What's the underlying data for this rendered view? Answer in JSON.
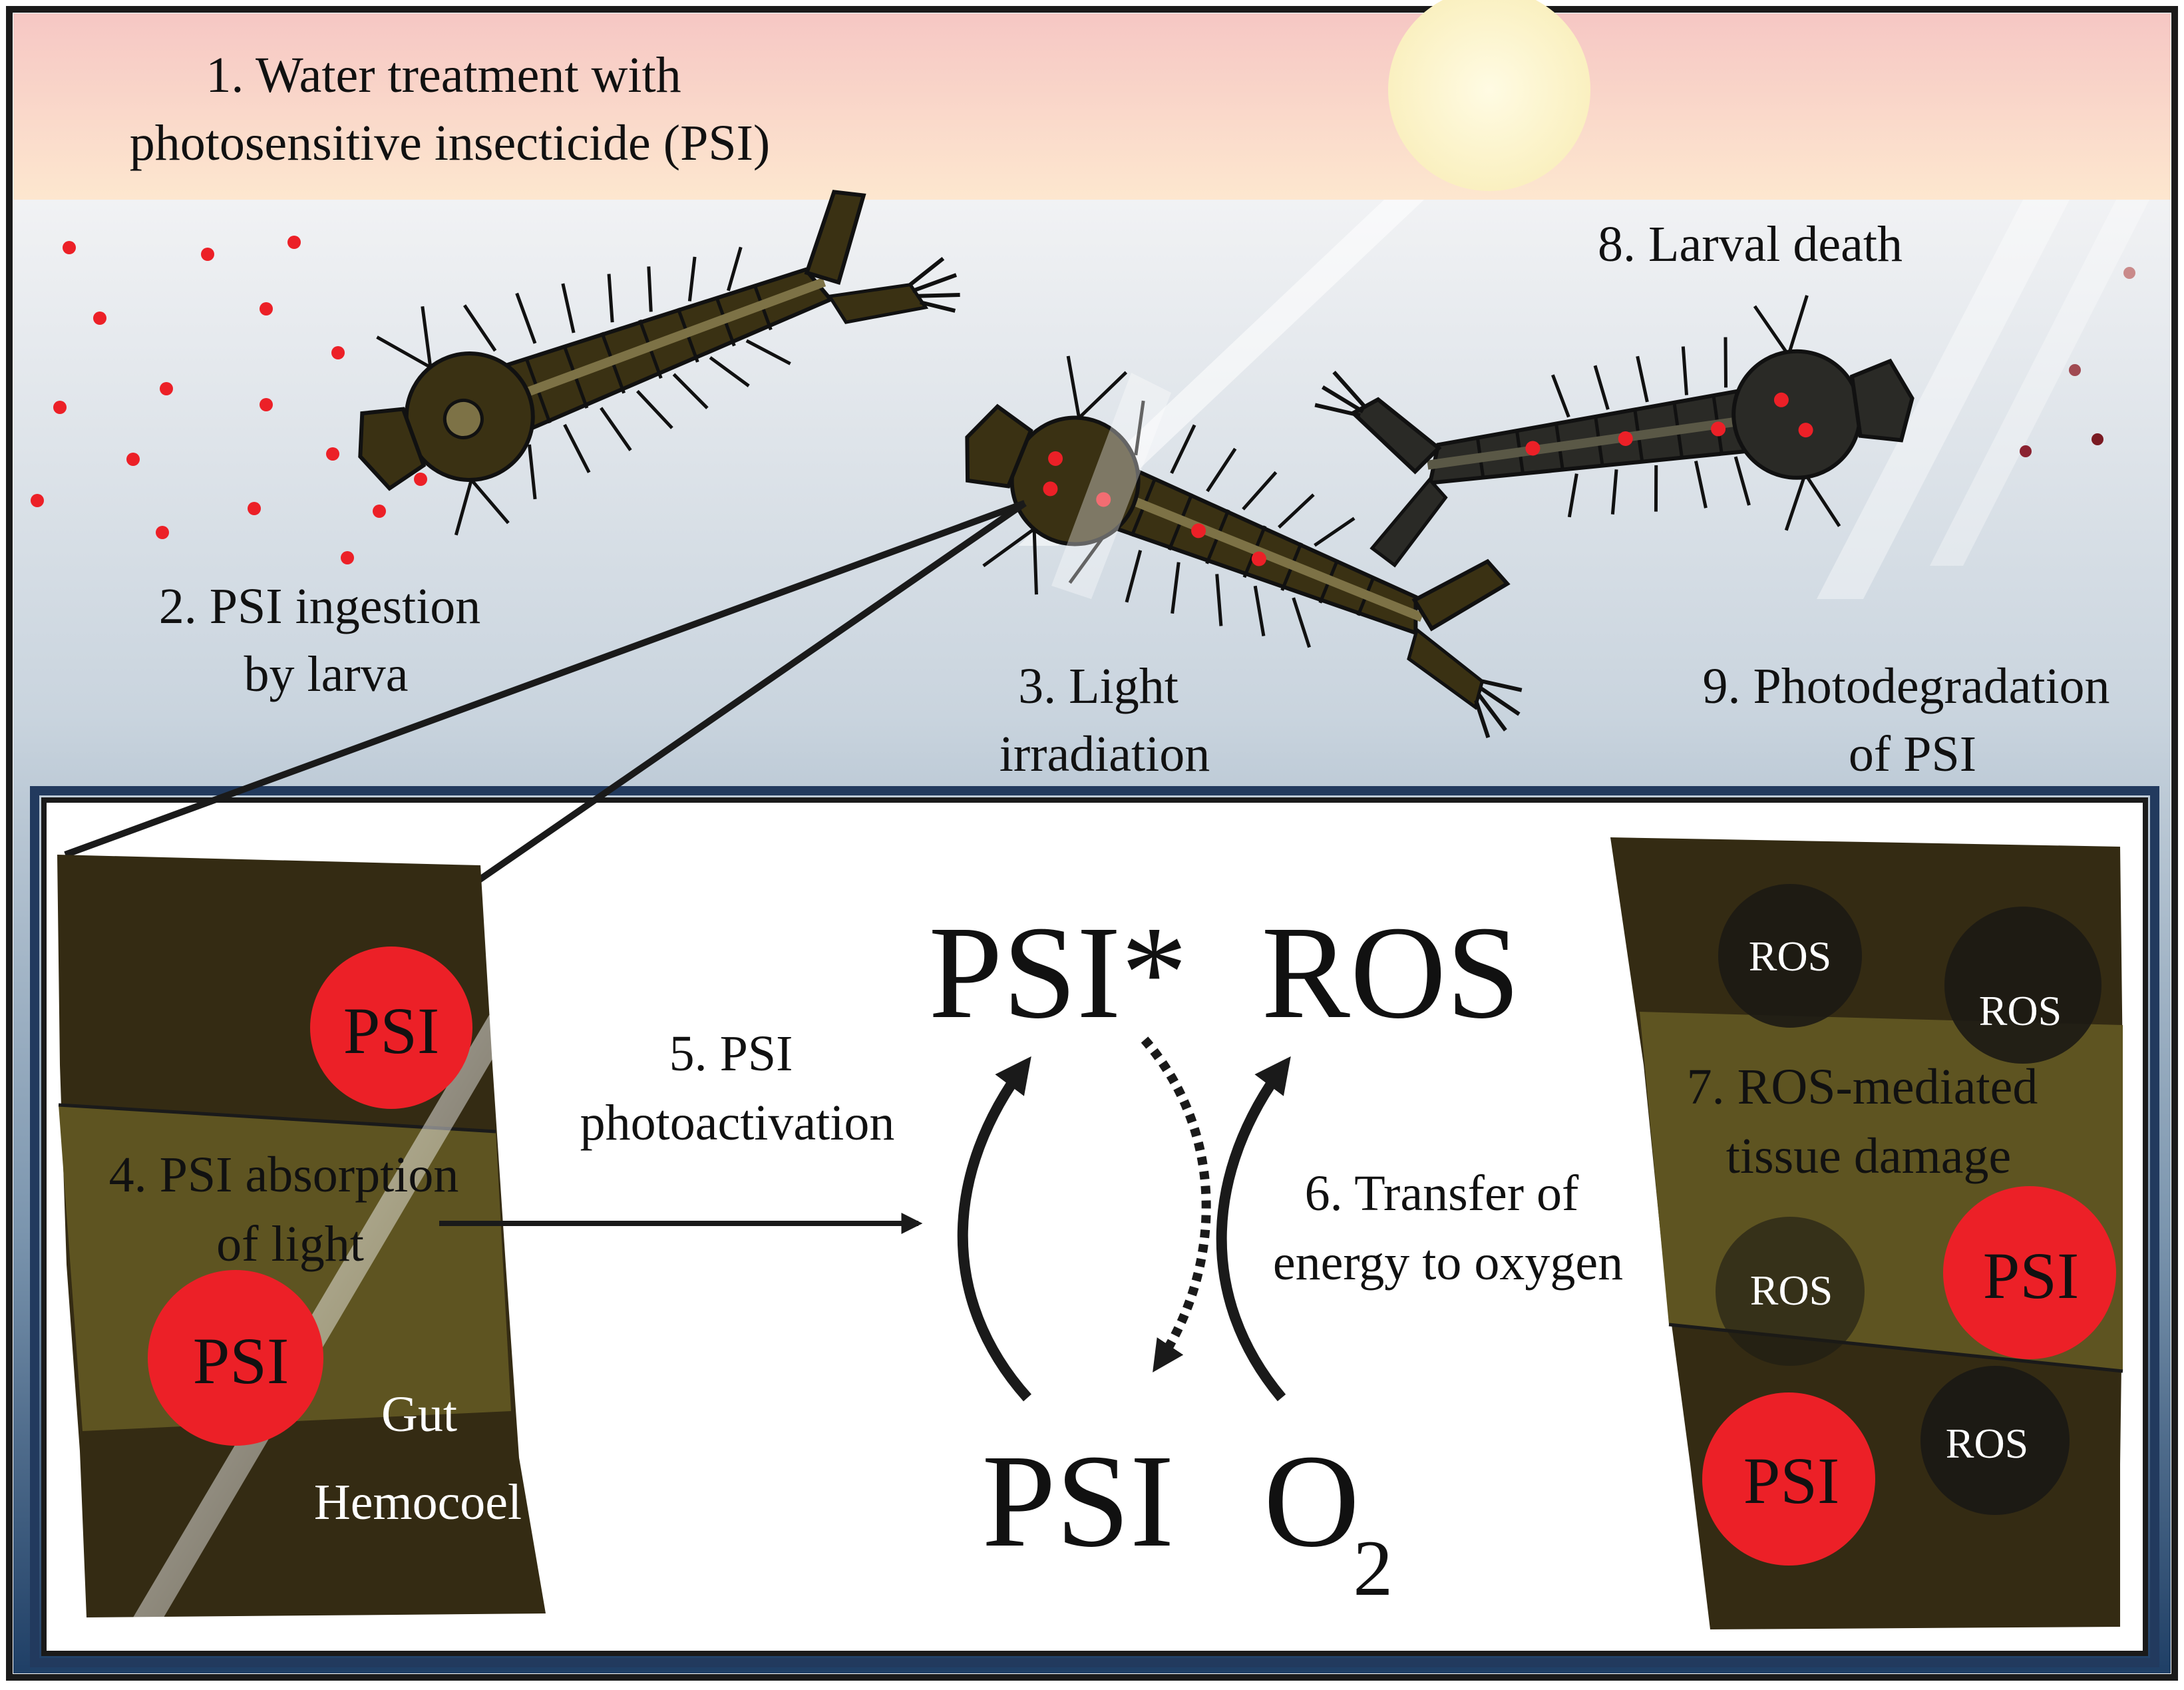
{
  "steps": {
    "s1": [
      "1. Water treatment with",
      "photosensitive insecticide (PSI)"
    ],
    "s2": [
      "2. PSI ingestion",
      "by larva"
    ],
    "s3": [
      "3. Light",
      "irradiation"
    ],
    "s4": [
      "4. PSI absorption",
      "of light"
    ],
    "s5": [
      "5. PSI",
      "photoactivation"
    ],
    "s6": [
      "6. Transfer of",
      "energy to oxygen"
    ],
    "s7": [
      "7. ROS-mediated",
      "tissue damage"
    ],
    "s8": "8. Larval death",
    "s9": [
      "9. Photodegradation",
      "of PSI"
    ]
  },
  "tissue": {
    "gut_label": "Gut",
    "hemocoel_label": "Hemocoel"
  },
  "molecules": {
    "psi": "PSI",
    "psi_star": "PSI*",
    "ros": "ROS",
    "o2_base": "O",
    "o2_sub": "2"
  },
  "colors": {
    "psi_red": "#ec2027",
    "larva_live": "#3a3113",
    "larva_dead": "#2a2a26",
    "gut_band": "#5e5421",
    "tissue_dark": "#342b13",
    "ros_dark": "#1c1a14",
    "frame_border": "#223a5e"
  }
}
